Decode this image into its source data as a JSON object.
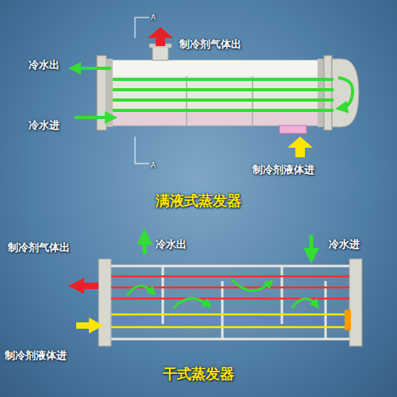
{
  "diagram": {
    "labels": [
      "制冷剂气体出",
      "冷水出",
      "冷水进",
      "A",
      "A",
      "制冷剂液体进",
      "满液式蒸发器",
      "制冷剂气体出",
      "冷水出",
      "冷水进",
      "制冷剂液体进",
      "干式蒸发器"
    ]
  }
}
